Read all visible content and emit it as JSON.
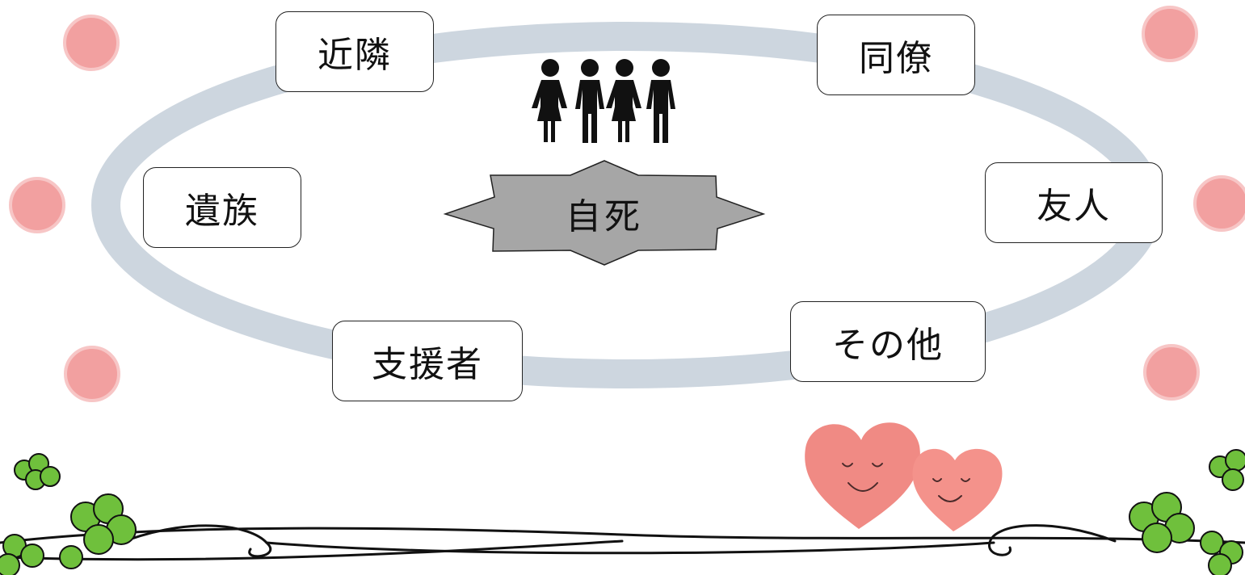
{
  "diagram": {
    "center_label": "自死",
    "labels": {
      "neighbors": "近隣",
      "colleagues": "同僚",
      "bereaved": "遺族",
      "friends": "友人",
      "supporters": "支援者",
      "others": "その他"
    }
  },
  "colors": {
    "ring": "#cdd6df",
    "center_star": "#a6a6a6",
    "dot": "#f2a0a0",
    "dot_edge": "#f7c3c3",
    "heart": "#f08a84",
    "clover": "#6fc03c"
  },
  "icons": {
    "people": "people-group-icon",
    "hearts": "smiling-hearts-icon",
    "clover": "clover-icon"
  }
}
